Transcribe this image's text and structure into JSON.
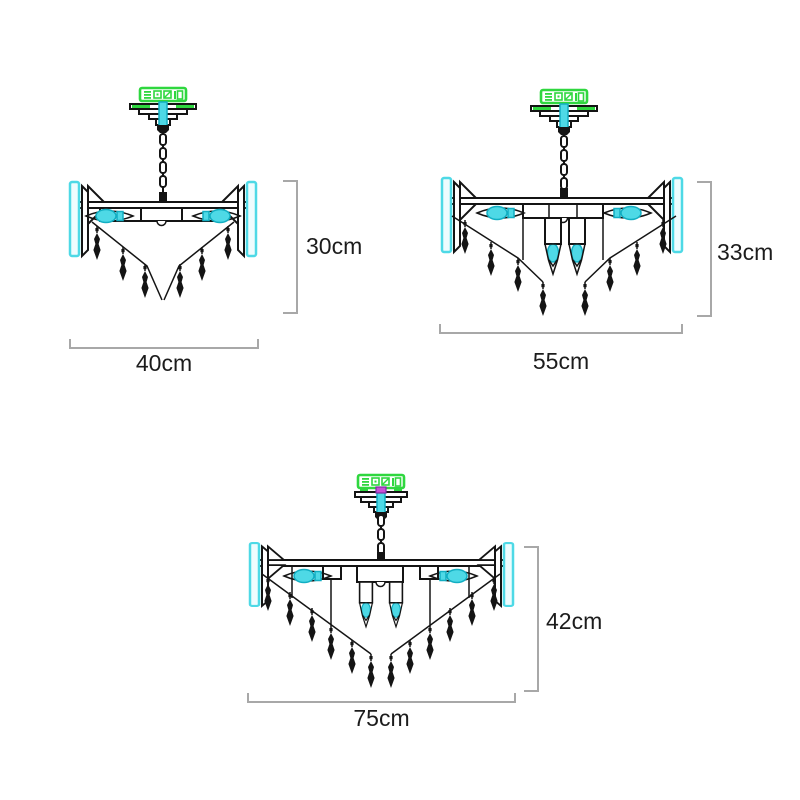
{
  "diagram": {
    "description": "Chandelier size chart with three line drawings",
    "figures": [
      {
        "id": "small",
        "height": "30cm",
        "width": "40cm"
      },
      {
        "id": "medium",
        "height": "33cm",
        "width": "55cm"
      },
      {
        "id": "large",
        "height": "42cm",
        "width": "75cm"
      }
    ]
  },
  "colors": {
    "line": "#141414",
    "cyan": "#4ed9e6",
    "cyan-dark": "#12aec2",
    "cyan-fill": "#eefcfe",
    "green": "#2fd73f",
    "magenta": "#c94fd6",
    "magenta-dark": "#7c2fa0",
    "dim": "#a8a8a8",
    "text": "#1c1c1c",
    "background": "#ffffff"
  }
}
